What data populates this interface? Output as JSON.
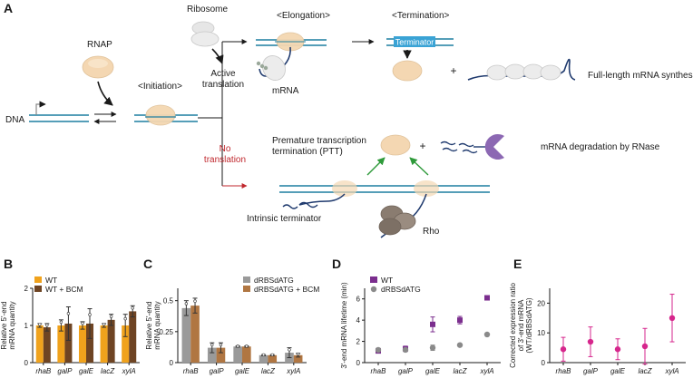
{
  "panels": {
    "A": "A",
    "B": "B",
    "C": "C",
    "D": "D",
    "E": "E"
  },
  "diagram": {
    "ribosome": "Ribosome",
    "elongation": "<Elongation>",
    "termination": "<Termination>",
    "rnap": "RNAP",
    "initiation": "<Initiation>",
    "dna": "DNA",
    "active_translation_1": "Active",
    "active_translation_2": "translation",
    "mrna": "mRNA",
    "terminator": "Terminator",
    "plus": "+",
    "full_length": "Full-length mRNA synthesis",
    "no_translation_1": "No",
    "no_translation_2": "translation",
    "ptt_1": "Premature transcription",
    "ptt_2": "termination (PTT)",
    "degradation": "mRNA degradation by RNase",
    "intrinsic_terminator": "Intrinsic terminator",
    "rho": "Rho"
  },
  "colors": {
    "dna": "#1d7fa0",
    "mrna": "#1f3a6e",
    "rnap": "#f4d7b2",
    "ribosome": "#e6e6e6",
    "terminator_box": "#3aa3d5",
    "rnase": "#8c68b3",
    "rho": "#8a7c70",
    "arrow_red": "#c0272d",
    "arrow_green": "#2e9a3a",
    "wt_orange": "#f0a21c",
    "bcm_brown": "#6e4423",
    "dRBS_gray": "#9a9a9a",
    "dRBS_bcm_brown": "#b07642",
    "magenta": "#d6268c",
    "purple": "#7b2e8e"
  },
  "chart_data": [
    {
      "id": "B",
      "type": "bar",
      "ylabel": "Relative 5'-end mRNA quantity",
      "ylim": [
        0,
        2
      ],
      "yticks": [
        "0",
        "1",
        "2"
      ],
      "categories": [
        "rhaB",
        "galP",
        "galE",
        "lacZ",
        "xylA"
      ],
      "legend_position": "top-left",
      "series": [
        {
          "name": "WT",
          "color": "#f0a21c",
          "values": [
            1.0,
            1.0,
            1.0,
            1.0,
            1.0
          ],
          "err": [
            0.05,
            0.15,
            0.1,
            0.05,
            0.3
          ]
        },
        {
          "name": "WT + BCM",
          "color": "#6e4423",
          "values": [
            0.95,
            1.05,
            1.05,
            1.15,
            1.38
          ],
          "err": [
            0.1,
            0.45,
            0.4,
            0.15,
            0.15
          ]
        }
      ]
    },
    {
      "id": "C",
      "type": "bar",
      "ylabel": "Relative 5'-end mRNA quantity",
      "ylim": [
        0,
        0.6
      ],
      "yticks": [
        "0",
        "0.25",
        "0.5"
      ],
      "categories": [
        "rhaB",
        "galP",
        "galE",
        "lacZ",
        "xylA"
      ],
      "legend_position": "top-right",
      "series": [
        {
          "name": "dRBSdATG",
          "color": "#9a9a9a",
          "values": [
            0.44,
            0.12,
            0.13,
            0.06,
            0.08
          ],
          "err": [
            0.06,
            0.04,
            0.005,
            0.005,
            0.04
          ]
        },
        {
          "name": "dRBSdATG + BCM",
          "color": "#b07642",
          "values": [
            0.46,
            0.12,
            0.13,
            0.06,
            0.06
          ],
          "err": [
            0.06,
            0.04,
            0.005,
            0.005,
            0.015
          ]
        }
      ]
    },
    {
      "id": "D",
      "type": "scatter",
      "ylabel": "3'-end mRNA lifetime (min)",
      "ylim": [
        0,
        7
      ],
      "yticks": [
        "0",
        "2",
        "4",
        "6"
      ],
      "categories": [
        "rhaB",
        "galP",
        "galE",
        "lacZ",
        "xylA"
      ],
      "legend_position": "top-left",
      "series": [
        {
          "name": "WT",
          "color": "#7b2e8e",
          "marker": "square",
          "values": [
            1.1,
            1.3,
            3.6,
            4.0,
            6.1
          ],
          "err": [
            0.15,
            0.25,
            0.7,
            0.35,
            0.1
          ]
        },
        {
          "name": "dRBSdATG",
          "color": "#8a8a8a",
          "marker": "circle",
          "values": [
            1.2,
            1.2,
            1.4,
            1.65,
            2.65
          ],
          "err": [
            0.1,
            0.1,
            0.25,
            0.05,
            0.05
          ]
        }
      ]
    },
    {
      "id": "E",
      "type": "scatter",
      "ylabel": "Corrected expression ratio of 3'-end mRNA (WT/dRBSdATG)",
      "ylim": [
        0,
        25
      ],
      "yticks": [
        "0",
        "10",
        "20"
      ],
      "categories": [
        "rhaB",
        "galP",
        "galE",
        "lacZ",
        "xylA"
      ],
      "series": [
        {
          "name": "",
          "color": "#d6268c",
          "marker": "circle",
          "values": [
            4.5,
            7.0,
            4.5,
            5.5,
            15.0
          ],
          "err": [
            4.0,
            5.0,
            3.5,
            6.0,
            8.0
          ]
        }
      ]
    }
  ]
}
